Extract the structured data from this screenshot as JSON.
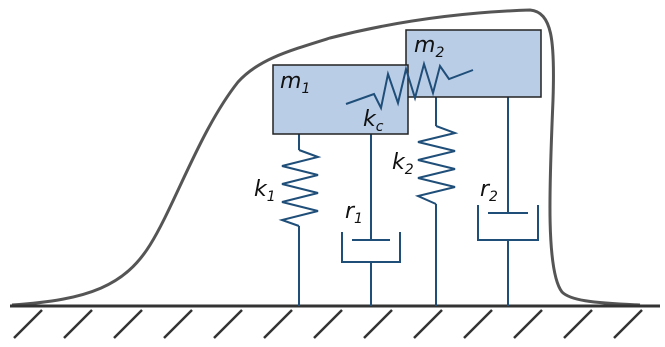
{
  "colors": {
    "mass_fill": "#b9cde7",
    "mass_stroke": "#222222",
    "element_stroke": "#1f4e79",
    "outline_stroke": "#555555",
    "ground_stroke": "#333333"
  },
  "labels": {
    "m1": {
      "base": "m",
      "sub": "1"
    },
    "m2": {
      "base": "m",
      "sub": "2"
    },
    "kc": {
      "base": "k",
      "sub": "c"
    },
    "k1": {
      "base": "k",
      "sub": "1"
    },
    "k2": {
      "base": "k",
      "sub": "2"
    },
    "r1": {
      "base": "r",
      "sub": "1"
    },
    "r2": {
      "base": "r",
      "sub": "2"
    }
  }
}
